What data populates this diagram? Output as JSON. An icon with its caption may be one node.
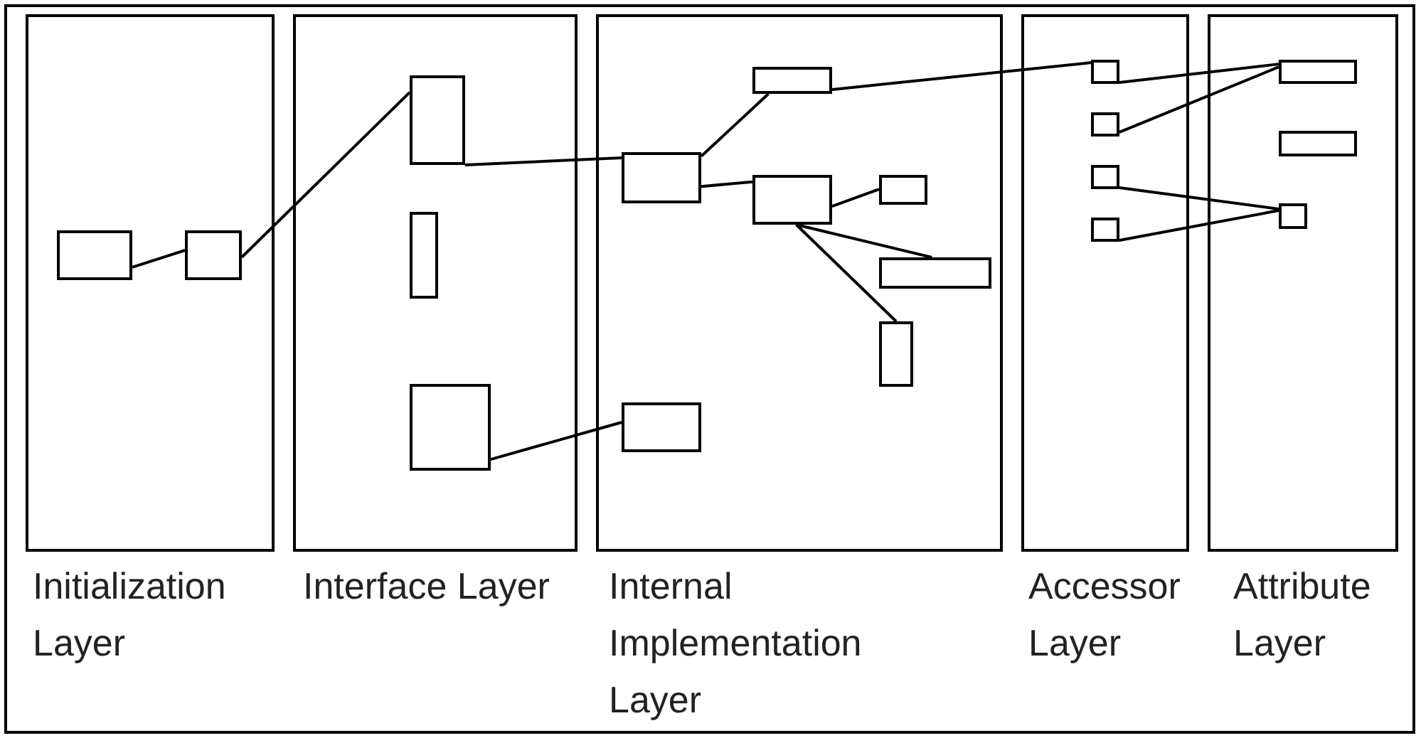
{
  "diagram": {
    "nodes": [
      {
        "text": [
          "Initialization Layer"
        ]
      },
      {
        "text": [],
        "shape": "box",
        "in": 0
      },
      {
        "text": [],
        "shape": "box",
        "in": 0
      },
      {
        "text": [
          "Interface Layer"
        ]
      },
      {
        "text": [],
        "shape": "box",
        "in": 3
      },
      {
        "text": [],
        "shape": "box",
        "in": 3
      },
      {
        "text": [],
        "shape": "box",
        "in": 3
      },
      {
        "text": [
          "Internal Implementation Layer"
        ]
      },
      {
        "text": [],
        "shape": "box",
        "in": 7
      },
      {
        "text": [],
        "shape": "box",
        "in": 7
      },
      {
        "text": [],
        "shape": "box",
        "in": 7
      },
      {
        "text": [],
        "shape": "box",
        "in": 7
      },
      {
        "text": [],
        "shape": "box",
        "in": 7
      },
      {
        "text": [],
        "shape": "box",
        "in": 7
      },
      {
        "text": [],
        "shape": "box",
        "in": 7
      },
      {
        "text": [
          "Accessor Layer"
        ]
      },
      {
        "text": [],
        "shape": "box",
        "in": 15
      },
      {
        "text": [],
        "shape": "box",
        "in": 15
      },
      {
        "text": [],
        "shape": "box",
        "in": 15
      },
      {
        "text": [],
        "shape": "box",
        "in": 15
      },
      {
        "text": [
          "Attribute Layer"
        ]
      },
      {
        "text": [],
        "shape": "box",
        "in": 20
      },
      {
        "text": [],
        "shape": "box",
        "in": 20
      },
      {
        "text": [],
        "shape": "box",
        "in": 20
      }
    ],
    "edges": [
      {
        "from": 1,
        "to": 2,
        "arrow": "none"
      },
      {
        "from": 2,
        "to": 4,
        "arrow": "none"
      },
      {
        "from": 4,
        "to": 9,
        "arrow": "none"
      },
      {
        "from": 9,
        "to": 8,
        "arrow": "none"
      },
      {
        "from": 9,
        "to": 10,
        "arrow": "none"
      },
      {
        "from": 10,
        "to": 11,
        "arrow": "none"
      },
      {
        "from": 10,
        "to": 12,
        "arrow": "none"
      },
      {
        "from": 10,
        "to": 13,
        "arrow": "none"
      },
      {
        "from": 6,
        "to": 14,
        "arrow": "none"
      },
      {
        "from": 8,
        "to": 16,
        "arrow": "none"
      },
      {
        "from": 16,
        "to": 21,
        "arrow": "none"
      },
      {
        "from": 17,
        "to": 21,
        "arrow": "none"
      },
      {
        "from": 18,
        "to": 23,
        "arrow": "none"
      },
      {
        "from": 19,
        "to": 23,
        "arrow": "none"
      }
    ]
  }
}
